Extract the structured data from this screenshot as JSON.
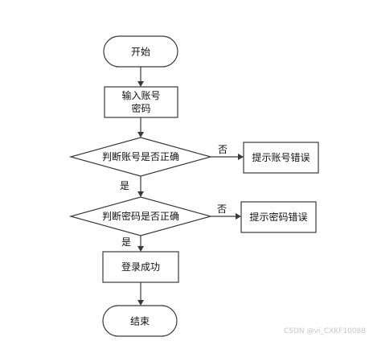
{
  "flowchart": {
    "nodes": {
      "start": "开始",
      "input_line1": "输入账号",
      "input_line2": "密码",
      "check_account": "判断账号是否正确",
      "account_error": "提示账号错误",
      "check_password": "判断密码是否正确",
      "password_error": "提示密码错误",
      "login_success": "登录成功",
      "end": "结束"
    },
    "edge_labels": {
      "account_no": "否",
      "account_yes": "是",
      "password_no": "否",
      "password_yes": "是"
    }
  },
  "watermark": "CSDN @vi_CXKF10088"
}
